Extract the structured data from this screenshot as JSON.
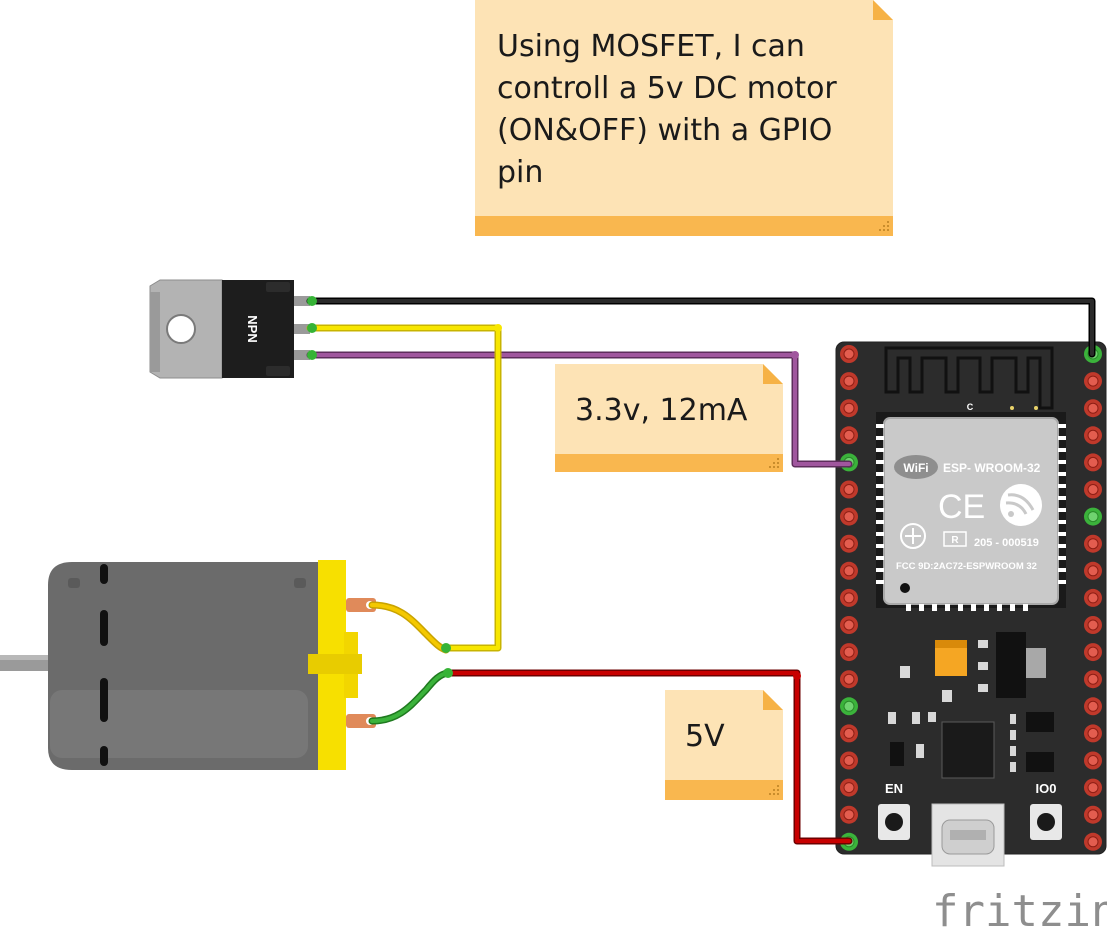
{
  "notes": {
    "main": {
      "lines": [
        "Using MOSFET, I can",
        "controll a 5v DC motor",
        "(ON&OFF) with a GPIO",
        "pin"
      ]
    },
    "gpio": {
      "text": "3.3v, 12mA"
    },
    "power": {
      "text": "5V"
    }
  },
  "mosfet": {
    "label": "NPN"
  },
  "esp32": {
    "wifi_label": "WiFi",
    "module_title": "ESP- WROOM-32",
    "ce_mark": "CE",
    "registered_mark": "R",
    "cert_number": "205 - 000519",
    "fcc_id": "FCC 9D:2AC72-ESPWROOM 32",
    "antenna_letter": "C",
    "button_en": "EN",
    "button_io0": "IO0"
  },
  "watermark": {
    "text": "fritzing"
  },
  "colors": {
    "note_fill": "#fde3b5",
    "note_band": "#f9b74f",
    "board": "#2c2c2c",
    "wire_black": "#111111",
    "wire_yellow": "#f7e000",
    "wire_purple": "#8e4a8c",
    "wire_red": "#c00000",
    "wire_green": "#3bb33b",
    "motor_body": "#6b6b6b",
    "motor_cap": "#f7e000"
  }
}
